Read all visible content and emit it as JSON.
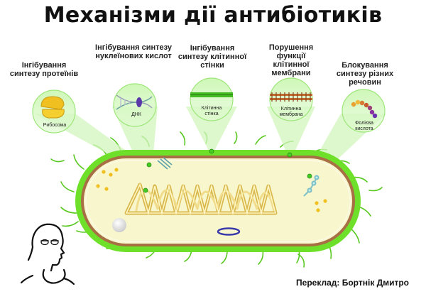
{
  "title": "Механізми дії антибіотиків",
  "mechanisms": [
    {
      "id": "protein",
      "label": "Інгібування синтезу протеїнів",
      "sub": "Рибосома",
      "icon": "ribosome-icon"
    },
    {
      "id": "nucleic",
      "label": "Інгібування синтезу нуклеїнових кислот",
      "sub": "ДНК",
      "icon": "dna-icon"
    },
    {
      "id": "wall",
      "label": "Інгібування синтезу клітинної стінки",
      "sub": "Клітинна стінка",
      "icon": "cell-wall-icon"
    },
    {
      "id": "membrane",
      "label": "Порушення функції клітинної мембрани",
      "sub": "Клітинна мембрана",
      "icon": "membrane-icon"
    },
    {
      "id": "metabolic",
      "label": "Блокування синтезу різних речовин",
      "sub": "Фолієва кислота",
      "icon": "folic-acid-icon"
    }
  ],
  "credit": "Переклад: Бортнік Дмитро",
  "colors": {
    "green": "#66dd22",
    "wall": "#3a9a1a",
    "halo": "#c6f5ac",
    "dna": "#e7cf6a",
    "plasmid": "#3a3aaa",
    "ribosome": "#f0c020"
  }
}
